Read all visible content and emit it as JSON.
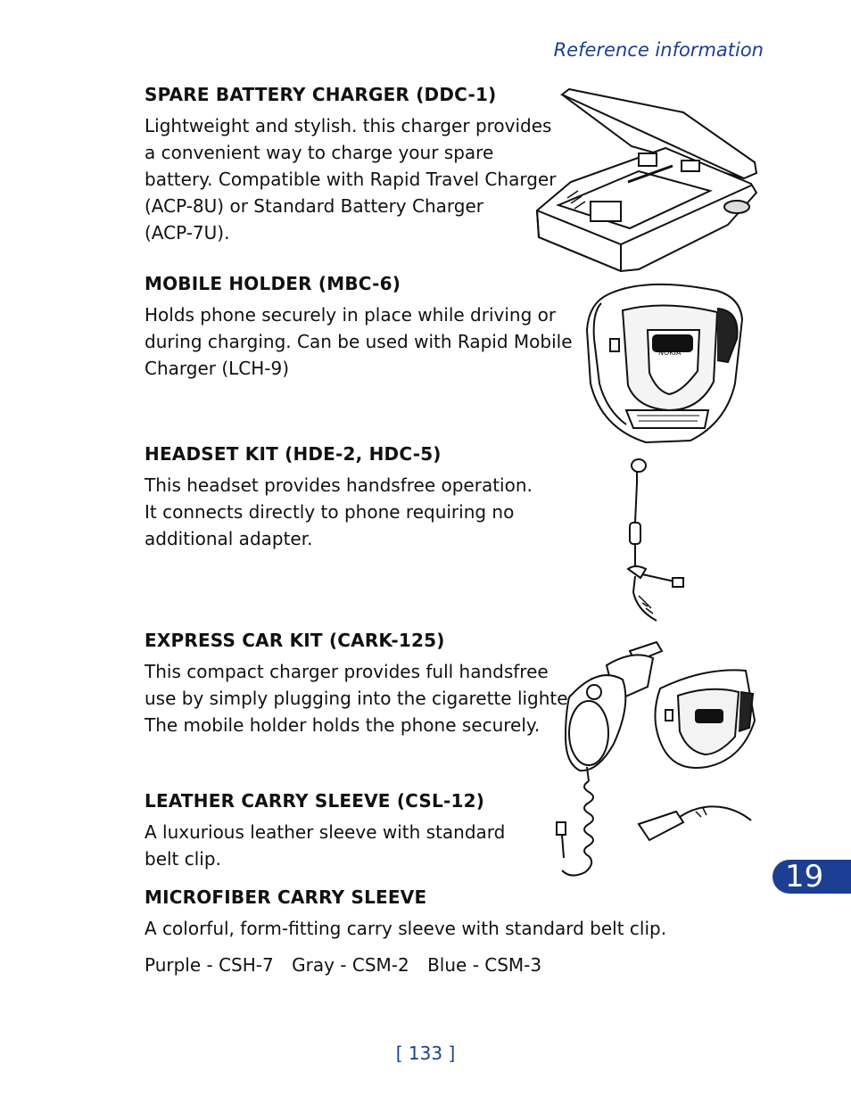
{
  "header": {
    "running_title": "Reference information"
  },
  "sections": [
    {
      "title": "SPARE BATTERY CHARGER (DDC-1)",
      "lines": [
        "Lightweight and stylish. this charger provides",
        "a convenient way to charge your spare",
        "battery. Compatible with Rapid Travel Charger",
        "(ACP-8U) or Standard Battery Charger",
        "(ACP-7U)."
      ]
    },
    {
      "title": "MOBILE HOLDER (MBC-6)",
      "lines": [
        "Holds phone securely in place while driving or",
        "during charging. Can be used with Rapid Mobile",
        "Charger (LCH-9)"
      ]
    },
    {
      "title": "HEADSET KIT (HDE-2, HDC-5)",
      "lines": [
        "This headset provides handsfree operation.",
        "It connects directly to phone requiring no",
        "additional adapter."
      ]
    },
    {
      "title": "EXPRESS CAR KIT (CARK-125)",
      "lines": [
        "This compact charger provides full handsfree",
        "use by simply plugging into the cigarette lighter.",
        "The mobile holder holds the phone securely."
      ]
    },
    {
      "title": "LEATHER CARRY SLEEVE (CSL-12)",
      "lines": [
        "A luxurious leather sleeve with standard",
        "belt clip."
      ]
    },
    {
      "title": "MICROFIBER CARRY SLEEVE",
      "lines": [
        "A colorful, form-fitting carry sleeve with standard belt clip."
      ],
      "variants": [
        "Purple - CSH-7",
        "Gray - CSM-2",
        "Blue - CSM-3"
      ]
    }
  ],
  "logo_text": "NOKIA",
  "chapter_tab": "19",
  "page_number": "[ 133 ]",
  "colors": {
    "accent": "#1c3f94",
    "text": "#111111"
  }
}
